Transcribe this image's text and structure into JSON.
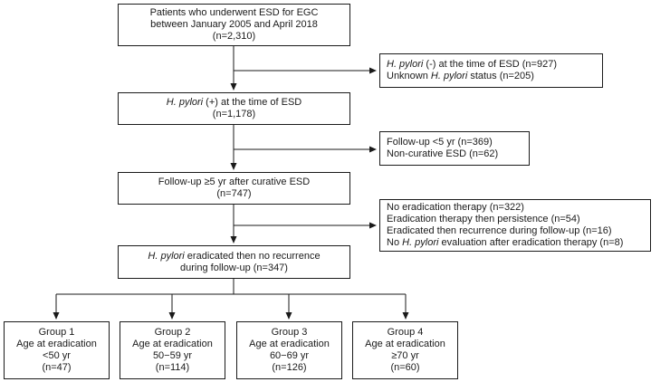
{
  "boxes": {
    "patients": {
      "lines": [
        {
          "parts": [
            {
              "t": "Patients who underwent ESD for EGC",
              "i": false
            }
          ]
        },
        {
          "parts": [
            {
              "t": "between January 2005 and April 2018",
              "i": false
            }
          ]
        },
        {
          "parts": [
            {
              "t": "(n=2,310)",
              "i": false
            }
          ]
        }
      ]
    },
    "excluded_1": {
      "lines": [
        {
          "parts": [
            {
              "t": "H. pylori",
              "i": true
            },
            {
              "t": " (-) at the time of ESD (n=927)",
              "i": false
            }
          ]
        },
        {
          "parts": [
            {
              "t": "Unknown ",
              "i": false
            },
            {
              "t": "H. pylori",
              "i": true
            },
            {
              "t": " status (n=205)",
              "i": false
            }
          ]
        }
      ]
    },
    "hp_positive": {
      "lines": [
        {
          "parts": [
            {
              "t": "H. pylori",
              "i": true
            },
            {
              "t": " (+) at the time of ESD",
              "i": false
            }
          ]
        },
        {
          "parts": [
            {
              "t": "(n=1,178)",
              "i": false
            }
          ]
        }
      ]
    },
    "excluded_2": {
      "lines": [
        {
          "parts": [
            {
              "t": "Follow-up <5 yr (n=369)",
              "i": false
            }
          ]
        },
        {
          "parts": [
            {
              "t": "Non-curative ESD (n=62)",
              "i": false
            }
          ]
        }
      ]
    },
    "followup": {
      "lines": [
        {
          "parts": [
            {
              "t": "Follow-up ≥5 yr after curative ESD",
              "i": false
            }
          ]
        },
        {
          "parts": [
            {
              "t": "(n=747)",
              "i": false
            }
          ]
        }
      ]
    },
    "excluded_3": {
      "lines": [
        {
          "parts": [
            {
              "t": "No eradication therapy (n=322)",
              "i": false
            }
          ]
        },
        {
          "parts": [
            {
              "t": "Eradication therapy then persistence (n=54)",
              "i": false
            }
          ]
        },
        {
          "parts": [
            {
              "t": "Eradicated then recurrence during follow-up (n=16)",
              "i": false
            }
          ]
        },
        {
          "parts": [
            {
              "t": "No ",
              "i": false
            },
            {
              "t": "H. pylori",
              "i": true
            },
            {
              "t": " evaluation after eradication therapy (n=8)",
              "i": false
            }
          ]
        }
      ]
    },
    "eradicated": {
      "lines": [
        {
          "parts": [
            {
              "t": "H. pylori",
              "i": true
            },
            {
              "t": " eradicated then no recurrence",
              "i": false
            }
          ]
        },
        {
          "parts": [
            {
              "t": "during follow-up (n=347)",
              "i": false
            }
          ]
        }
      ]
    },
    "group1": {
      "lines": [
        {
          "parts": [
            {
              "t": "Group 1",
              "i": false
            }
          ]
        },
        {
          "parts": [
            {
              "t": "Age at eradication",
              "i": false
            }
          ]
        },
        {
          "parts": [
            {
              "t": "<50 yr",
              "i": false
            }
          ]
        },
        {
          "parts": [
            {
              "t": "(n=47)",
              "i": false
            }
          ]
        }
      ]
    },
    "group2": {
      "lines": [
        {
          "parts": [
            {
              "t": "Group 2",
              "i": false
            }
          ]
        },
        {
          "parts": [
            {
              "t": "Age at eradication",
              "i": false
            }
          ]
        },
        {
          "parts": [
            {
              "t": "50−59 yr",
              "i": false
            }
          ]
        },
        {
          "parts": [
            {
              "t": "(n=114)",
              "i": false
            }
          ]
        }
      ]
    },
    "group3": {
      "lines": [
        {
          "parts": [
            {
              "t": "Group 3",
              "i": false
            }
          ]
        },
        {
          "parts": [
            {
              "t": "Age at eradication",
              "i": false
            }
          ]
        },
        {
          "parts": [
            {
              "t": "60−69 yr",
              "i": false
            }
          ]
        },
        {
          "parts": [
            {
              "t": "(n=126)",
              "i": false
            }
          ]
        }
      ]
    },
    "group4": {
      "lines": [
        {
          "parts": [
            {
              "t": "Group 4",
              "i": false
            }
          ]
        },
        {
          "parts": [
            {
              "t": "Age at eradication",
              "i": false
            }
          ]
        },
        {
          "parts": [
            {
              "t": "≥70 yr",
              "i": false
            }
          ]
        },
        {
          "parts": [
            {
              "t": "(n=60)",
              "i": false
            }
          ]
        }
      ]
    }
  }
}
